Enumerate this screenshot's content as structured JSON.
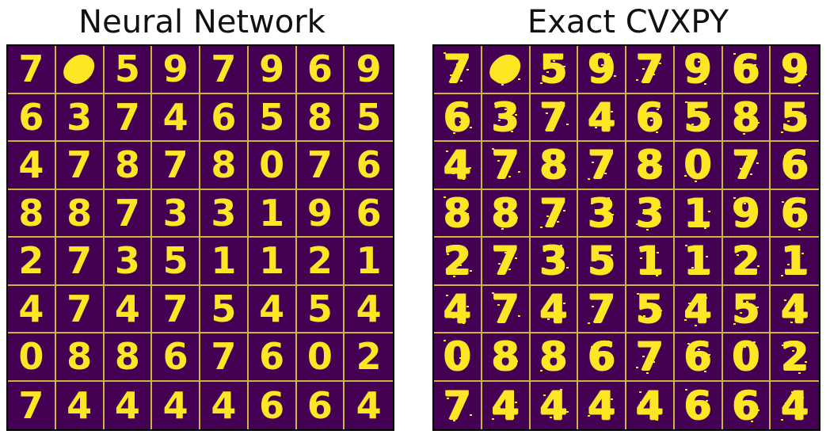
{
  "panels": [
    {
      "id": "neural-network",
      "title": "Neural Network",
      "digits": [
        [
          "7",
          "",
          "5",
          "9",
          "7",
          "9",
          "6",
          "9"
        ],
        [
          "6",
          "3",
          "7",
          "4",
          "6",
          "5",
          "8",
          "5"
        ],
        [
          "4",
          "7",
          "8",
          "7",
          "8",
          "0",
          "7",
          "6"
        ],
        [
          "8",
          "8",
          "7",
          "3",
          "3",
          "1",
          "9",
          "6"
        ],
        [
          "2",
          "7",
          "3",
          "5",
          "1",
          "1",
          "2",
          "1"
        ],
        [
          "4",
          "7",
          "4",
          "7",
          "5",
          "4",
          "5",
          "4"
        ],
        [
          "0",
          "8",
          "8",
          "6",
          "7",
          "6",
          "0",
          "2"
        ],
        [
          "7",
          "4",
          "4",
          "4",
          "4",
          "6",
          "6",
          "4"
        ]
      ]
    },
    {
      "id": "exact-cvxpy",
      "title": "Exact CVXPY",
      "digits": [
        [
          "7",
          "",
          "5",
          "9",
          "7",
          "9",
          "6",
          "9"
        ],
        [
          "6",
          "3",
          "7",
          "4",
          "6",
          "5",
          "8",
          "5"
        ],
        [
          "4",
          "7",
          "8",
          "7",
          "8",
          "0",
          "7",
          "6"
        ],
        [
          "8",
          "8",
          "7",
          "3",
          "3",
          "1",
          "9",
          "6"
        ],
        [
          "2",
          "7",
          "3",
          "5",
          "1",
          "1",
          "2",
          "1"
        ],
        [
          "4",
          "7",
          "4",
          "7",
          "5",
          "4",
          "5",
          "4"
        ],
        [
          "0",
          "8",
          "8",
          "6",
          "7",
          "6",
          "0",
          "2"
        ],
        [
          "7",
          "4",
          "4",
          "4",
          "4",
          "6",
          "6",
          "4"
        ]
      ]
    }
  ],
  "colors": {
    "background": "#440154",
    "digit": "#fde725",
    "gridline": "#c8b83a"
  }
}
